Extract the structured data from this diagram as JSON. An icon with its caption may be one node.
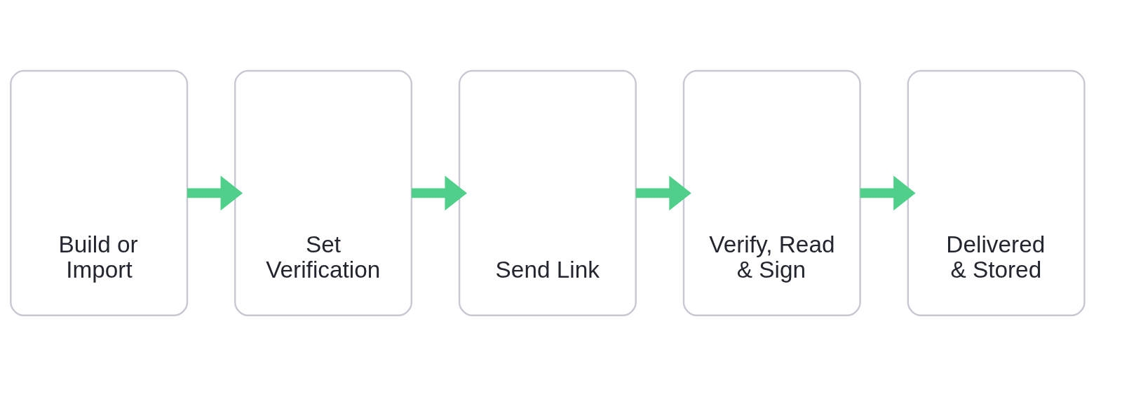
{
  "diagram": {
    "nodes": [
      {
        "text": [
          "Build or Import"
        ]
      },
      {
        "text": [
          "Set Verification"
        ]
      },
      {
        "text": [
          "Send Link"
        ]
      },
      {
        "text": [
          "Verify, Read & Sign"
        ]
      },
      {
        "text": [
          "Delivered & Stored"
        ]
      }
    ],
    "edges": [
      {
        "from": 0,
        "to": 1,
        "arrow": "to"
      },
      {
        "from": 1,
        "to": 2,
        "arrow": "to"
      },
      {
        "from": 2,
        "to": 3,
        "arrow": "to"
      },
      {
        "from": 3,
        "to": 4,
        "arrow": "to"
      }
    ]
  }
}
